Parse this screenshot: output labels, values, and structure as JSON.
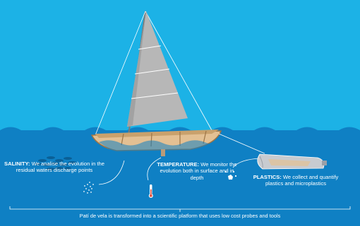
{
  "salinity": {
    "label": "SALINITY:",
    "text": " We analise  the evolution in the residual waters discharge points"
  },
  "temperature": {
    "label": "TEMPERATURE:",
    "text": " We monitor the evolution both in surface and in depth"
  },
  "plastics": {
    "label": "PLASTICS:",
    "text": " We collect and quantify plastics and microplastics"
  },
  "caption": "Patí de vela is transformed into a scientific platform that uses low cost probes and tools",
  "colors": {
    "sky": "#1cb2e6",
    "sea": "#0f80c4",
    "sea_deep": "#0b6fb0",
    "hull": "#e3c093",
    "sail": "#b7b7b7",
    "white": "#ffffff"
  },
  "icons": [
    "fish-school-icon",
    "salt-dots-icon",
    "thermometer-icon",
    "microplastic-icon",
    "plastic-bottle-icon"
  ]
}
